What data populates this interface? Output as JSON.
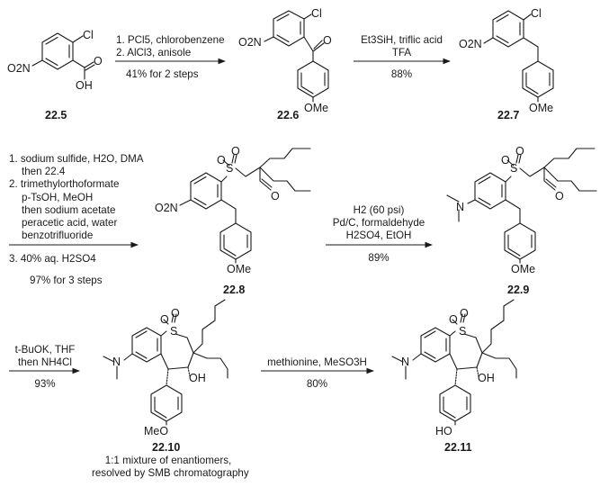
{
  "compounds": {
    "c22_5": {
      "label": "22.5",
      "atoms": {
        "cl": "Cl",
        "o": "O",
        "oh": "OH",
        "no2": "O2N"
      }
    },
    "c22_6": {
      "label": "22.6",
      "atoms": {
        "cl": "Cl",
        "o": "O",
        "ome": "OMe",
        "no2": "O2N"
      }
    },
    "c22_7": {
      "label": "22.7",
      "atoms": {
        "cl": "Cl",
        "ome": "OMe",
        "no2": "O2N"
      }
    },
    "c22_8": {
      "label": "22.8",
      "atoms": {
        "s": "S",
        "o1": "O",
        "o2": "O",
        "cho": "O",
        "ome": "OMe",
        "no2": "O2N"
      }
    },
    "c22_9": {
      "label": "22.9",
      "atoms": {
        "s": "S",
        "o1": "O",
        "o2": "O",
        "cho": "O",
        "ome": "OMe",
        "n": "N"
      }
    },
    "c22_10": {
      "label": "22.10",
      "atoms": {
        "s": "S",
        "o1": "O",
        "o2": "O",
        "oh": "OH",
        "ome": "MeO",
        "n": "N"
      },
      "note_line1": "1:1 mixture of enantiomers,",
      "note_line2": "resolved by SMB chromatography"
    },
    "c22_11": {
      "label": "22.11",
      "atoms": {
        "s": "S",
        "o1": "O",
        "o2": "O",
        "oh": "OH",
        "hoar": "HO",
        "n": "N"
      }
    }
  },
  "steps": [
    {
      "lines": [
        "1. PCl5, chlorobenzene",
        "2. AlCl3, anisole"
      ],
      "yield": "41% for 2 steps"
    },
    {
      "lines": [
        "Et3SiH, triflic acid",
        "TFA"
      ],
      "yield": "88%"
    },
    {
      "lines": [
        "1. sodium sulfide, H2O, DMA",
        "then 22.4",
        "2. trimethylorthoformate",
        "p-TsOH, MeOH",
        "then sodium acetate",
        "peracetic acid, water",
        "benzotrifluoride"
      ],
      "below": "3. 40% aq. H2SO4",
      "yield": "97% for 3 steps"
    },
    {
      "lines": [
        "H2 (60 psi)",
        "Pd/C, formaldehyde",
        "H2SO4, EtOH"
      ],
      "yield": "89%"
    },
    {
      "lines": [
        "t-BuOK, THF",
        "then NH4Cl"
      ],
      "yield": "93%"
    },
    {
      "lines": [
        "methionine, MeSO3H"
      ],
      "yield": "80%"
    }
  ]
}
